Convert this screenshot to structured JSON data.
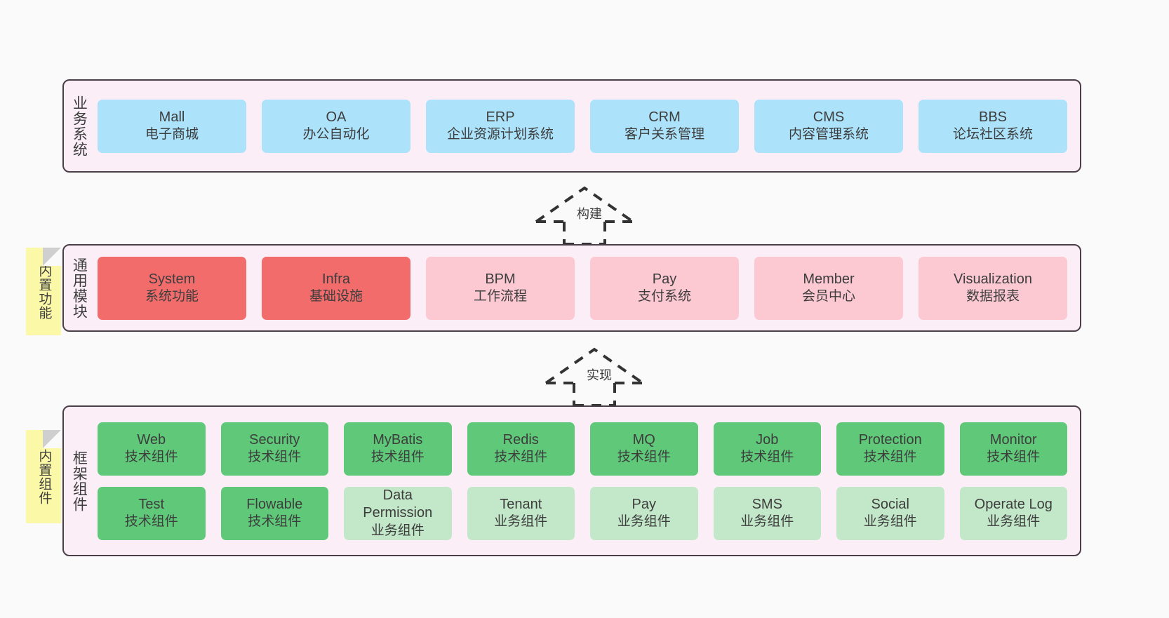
{
  "diagram": {
    "title": "",
    "background": "#fafafa",
    "colors": {
      "tier_bg": "#fbeef6",
      "tier_border": "#4a3f49",
      "blue": "#ace3fb",
      "red": "#f26c6c",
      "pink": "#fcc9d3",
      "green": "#5fc979",
      "light_green": "#c3e8c9",
      "sticky_yellow": "#fbf8a8",
      "sticky_fold": "#cfcfcf"
    }
  },
  "tiers": [
    {
      "key": "business",
      "label": "业务系统",
      "rows": [
        [
          {
            "title": "Mall",
            "sub": "电子商城",
            "color": "blue"
          },
          {
            "title": "OA",
            "sub": "办公自动化",
            "color": "blue"
          },
          {
            "title": "ERP",
            "sub": "企业资源计划系统",
            "color": "blue"
          },
          {
            "title": "CRM",
            "sub": "客户关系管理",
            "color": "blue"
          },
          {
            "title": "CMS",
            "sub": "内容管理系统",
            "color": "blue"
          },
          {
            "title": "BBS",
            "sub": "论坛社区系统",
            "color": "blue"
          }
        ]
      ]
    },
    {
      "key": "common",
      "label": "通用模块",
      "sticky": "内置功能",
      "rows": [
        [
          {
            "title": "System",
            "sub": "系统功能",
            "color": "red"
          },
          {
            "title": "Infra",
            "sub": "基础设施",
            "color": "red"
          },
          {
            "title": "BPM",
            "sub": "工作流程",
            "color": "pink"
          },
          {
            "title": "Pay",
            "sub": "支付系统",
            "color": "pink"
          },
          {
            "title": "Member",
            "sub": "会员中心",
            "color": "pink"
          },
          {
            "title": "Visualization",
            "sub": "数据报表",
            "color": "pink"
          }
        ]
      ]
    },
    {
      "key": "framework",
      "label": "框架组件",
      "sticky": "内置组件",
      "rows": [
        [
          {
            "title": "Web",
            "sub": "技术组件",
            "color": "green"
          },
          {
            "title": "Security",
            "sub": "技术组件",
            "color": "green"
          },
          {
            "title": "MyBatis",
            "sub": "技术组件",
            "color": "green"
          },
          {
            "title": "Redis",
            "sub": "技术组件",
            "color": "green"
          },
          {
            "title": "MQ",
            "sub": "技术组件",
            "color": "green"
          },
          {
            "title": "Job",
            "sub": "技术组件",
            "color": "green"
          },
          {
            "title": "Protection",
            "sub": "技术组件",
            "color": "green"
          },
          {
            "title": "Monitor",
            "sub": "技术组件",
            "color": "green"
          }
        ],
        [
          {
            "title": "Test",
            "sub": "技术组件",
            "color": "green"
          },
          {
            "title": "Flowable",
            "sub": "技术组件",
            "color": "green"
          },
          {
            "title": "Data Permission",
            "sub": "业务组件",
            "color": "lgreen"
          },
          {
            "title": "Tenant",
            "sub": "业务组件",
            "color": "lgreen"
          },
          {
            "title": "Pay",
            "sub": "业务组件",
            "color": "lgreen"
          },
          {
            "title": "SMS",
            "sub": "业务组件",
            "color": "lgreen"
          },
          {
            "title": "Social",
            "sub": "业务组件",
            "color": "lgreen"
          },
          {
            "title": "Operate Log",
            "sub": "业务组件",
            "color": "lgreen"
          }
        ]
      ]
    }
  ],
  "connectors": [
    {
      "key": "build",
      "label": "构建",
      "style": "dashed-generalization",
      "direction": "up",
      "from": "通用模块",
      "to": "业务系统"
    },
    {
      "key": "impl",
      "label": "实现",
      "style": "dashed-generalization",
      "direction": "up",
      "from": "框架组件",
      "to": "通用模块"
    }
  ]
}
